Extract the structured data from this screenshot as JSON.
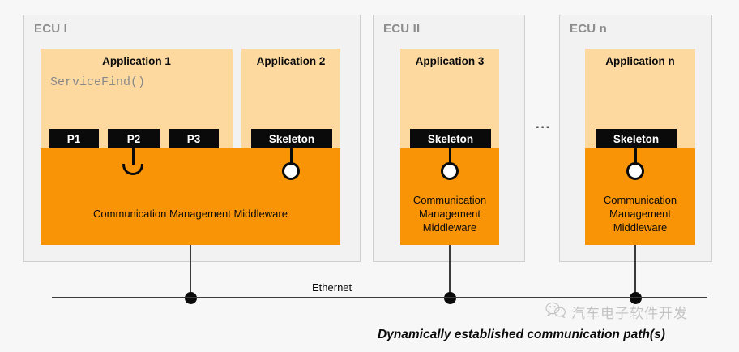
{
  "diagram": {
    "title": "Dynamically established communication path(s)",
    "bus_label": "Ethernet",
    "ellipsis": "...",
    "colors": {
      "panel_bg": "#f2f2f2",
      "panel_border": "#cfcfcf",
      "application_bg": "#fdd9a0",
      "middleware_bg": "#f89406",
      "chip_bg": "#0a0a0a",
      "chip_text": "#ffffff",
      "line": "#3b3b3b",
      "title_gray": "#8d8d8d",
      "code_gray": "#8a8a8a"
    }
  },
  "ecus": [
    {
      "name": "ECU I",
      "applications": [
        {
          "name": "Application 1",
          "code": "ServiceFind()",
          "ports": [
            {
              "label": "P1",
              "interface": "none"
            },
            {
              "label": "P2",
              "interface": "socket"
            },
            {
              "label": "P3",
              "interface": "none"
            }
          ]
        },
        {
          "name": "Application 2",
          "code": "",
          "ports": [
            {
              "label": "Skeleton",
              "interface": "ball"
            }
          ]
        }
      ],
      "middleware": "Communication Management Middleware"
    },
    {
      "name": "ECU II",
      "applications": [
        {
          "name": "Application 3",
          "code": "",
          "ports": [
            {
              "label": "Skeleton",
              "interface": "ball"
            }
          ]
        }
      ],
      "middleware": "Communication Management Middleware"
    },
    {
      "name": "ECU n",
      "applications": [
        {
          "name": "Application n",
          "code": "",
          "ports": [
            {
              "label": "Skeleton",
              "interface": "ball"
            }
          ]
        }
      ],
      "middleware": "Communication Management Middleware"
    }
  ],
  "watermark": {
    "text": "汽车电子软件开发",
    "icon": "wechat-icon"
  }
}
